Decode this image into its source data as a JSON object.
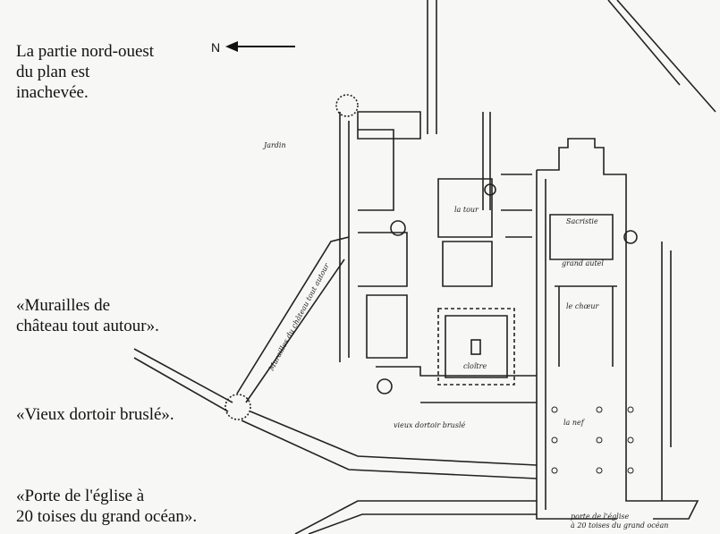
{
  "captions": {
    "northwest": [
      "La partie nord-ouest",
      "du plan est",
      "inachevée."
    ],
    "north_label": "N",
    "murailles": [
      "«Murailles de",
      "château tout autour»."
    ],
    "dortoir": "«Vieux dortoir bruslé».",
    "porte": [
      "«Porte de l'église à",
      "20 toises du grand océan»."
    ]
  },
  "plan_labels": {
    "jardin": "Jardin",
    "tour": "la tour",
    "sacristie": "Sacristie",
    "grand_autel": "grand autel",
    "choeur": "le chœur",
    "cloitre": "cloître",
    "nef": "la nef",
    "dortoir": "vieux dortoir bruslé",
    "murailles": "Murailles du château tout autour",
    "porte_1": "porte de l'église",
    "porte_2": "à 20 toises du grand océan"
  }
}
